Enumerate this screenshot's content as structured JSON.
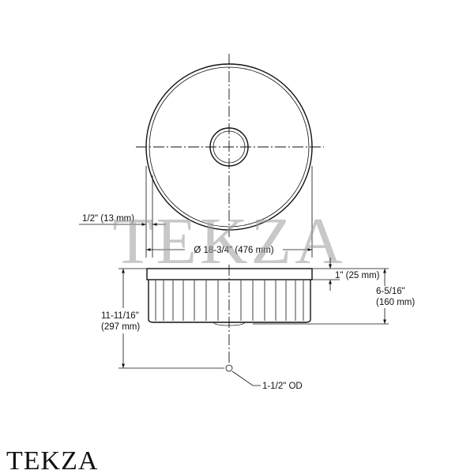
{
  "dimensions": {
    "rim_width": "1/2\" (13 mm)",
    "diameter": "Ø 18-3/4\" (476 mm)",
    "rim_height": "1\" (25 mm)",
    "bowl_depth_line1": "6-5/16\"",
    "bowl_depth_line2": "(160 mm)",
    "overall_height_line1": "11-11/16\"",
    "overall_height_line2": "(297 mm)",
    "drain": "1-1/2\" OD"
  },
  "watermark": "TEKZA",
  "brand": "TEKZA",
  "colors": {
    "line": "#111111",
    "watermark": "#9a9a9a",
    "background": "#ffffff"
  }
}
